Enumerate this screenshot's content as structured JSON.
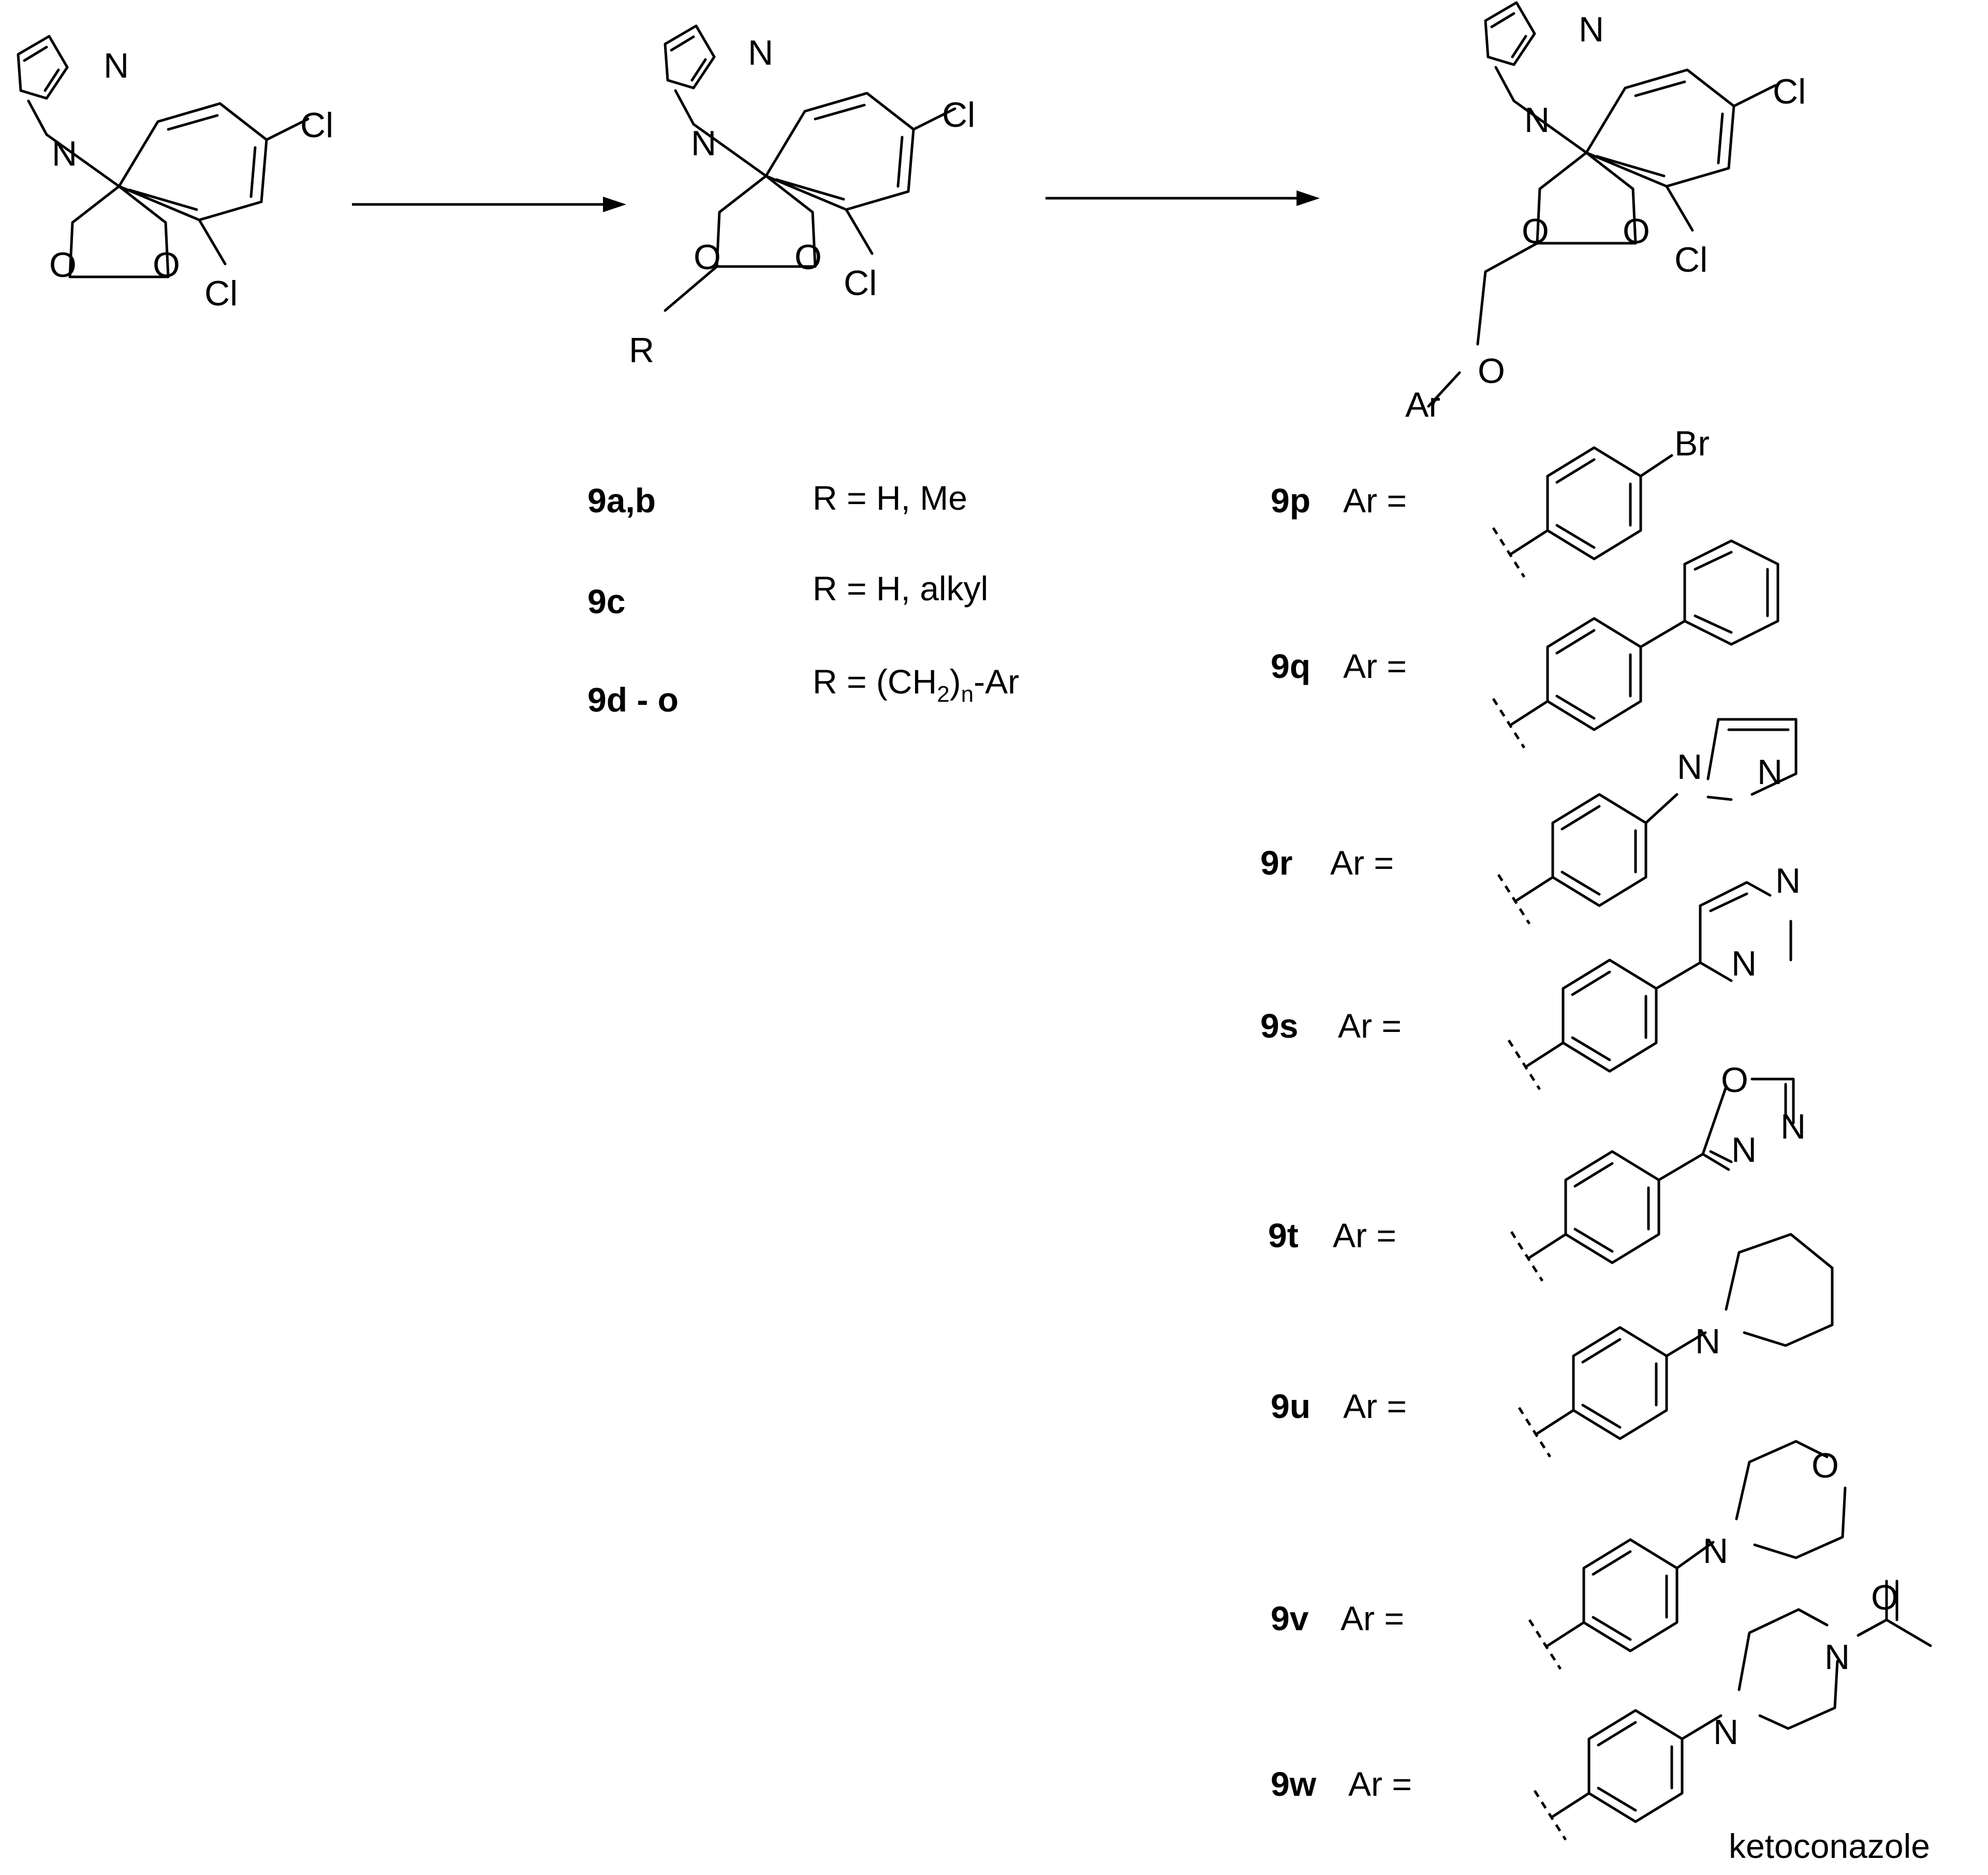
{
  "atoms": {
    "N": "N",
    "O": "O",
    "Cl": "Cl",
    "Br": "Br",
    "R": "R",
    "Ar": "Ar"
  },
  "compounds": [
    {
      "id": "9a,b",
      "desc_prefix": "R = H, Me"
    },
    {
      "id": "9c",
      "desc_prefix": "R = H, alkyl"
    },
    {
      "id": "9d - o",
      "desc_prefix": "R = (CH",
      "desc_sub1": "2",
      "desc_mid": ")",
      "desc_sub2": "n",
      "desc_suffix": "-Ar"
    }
  ],
  "ar_label": "Ar =",
  "ar_variants": [
    {
      "id": "9p"
    },
    {
      "id": "9q"
    },
    {
      "id": "9r"
    },
    {
      "id": "9s"
    },
    {
      "id": "9t"
    },
    {
      "id": "9u"
    },
    {
      "id": "9v"
    },
    {
      "id": "9w"
    }
  ],
  "ketoconazole_label": "ketoconazole"
}
